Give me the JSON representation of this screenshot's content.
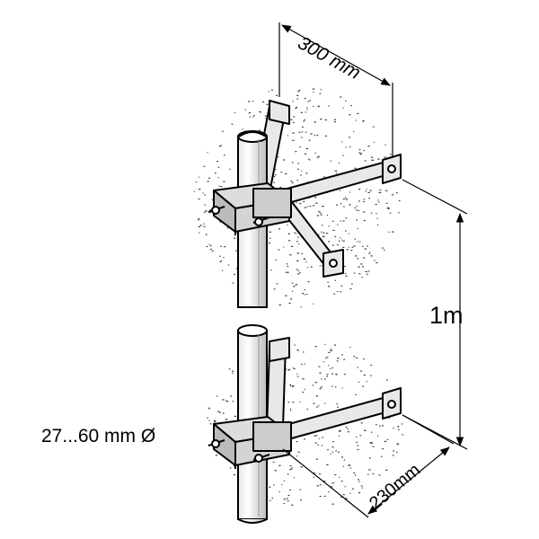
{
  "dimensions": {
    "arm_spacing_top": "300 mm",
    "arm_spacing_bottom": "230mm",
    "vertical_distance": "1m",
    "pipe_diameter": "27...60 mm Ø"
  }
}
